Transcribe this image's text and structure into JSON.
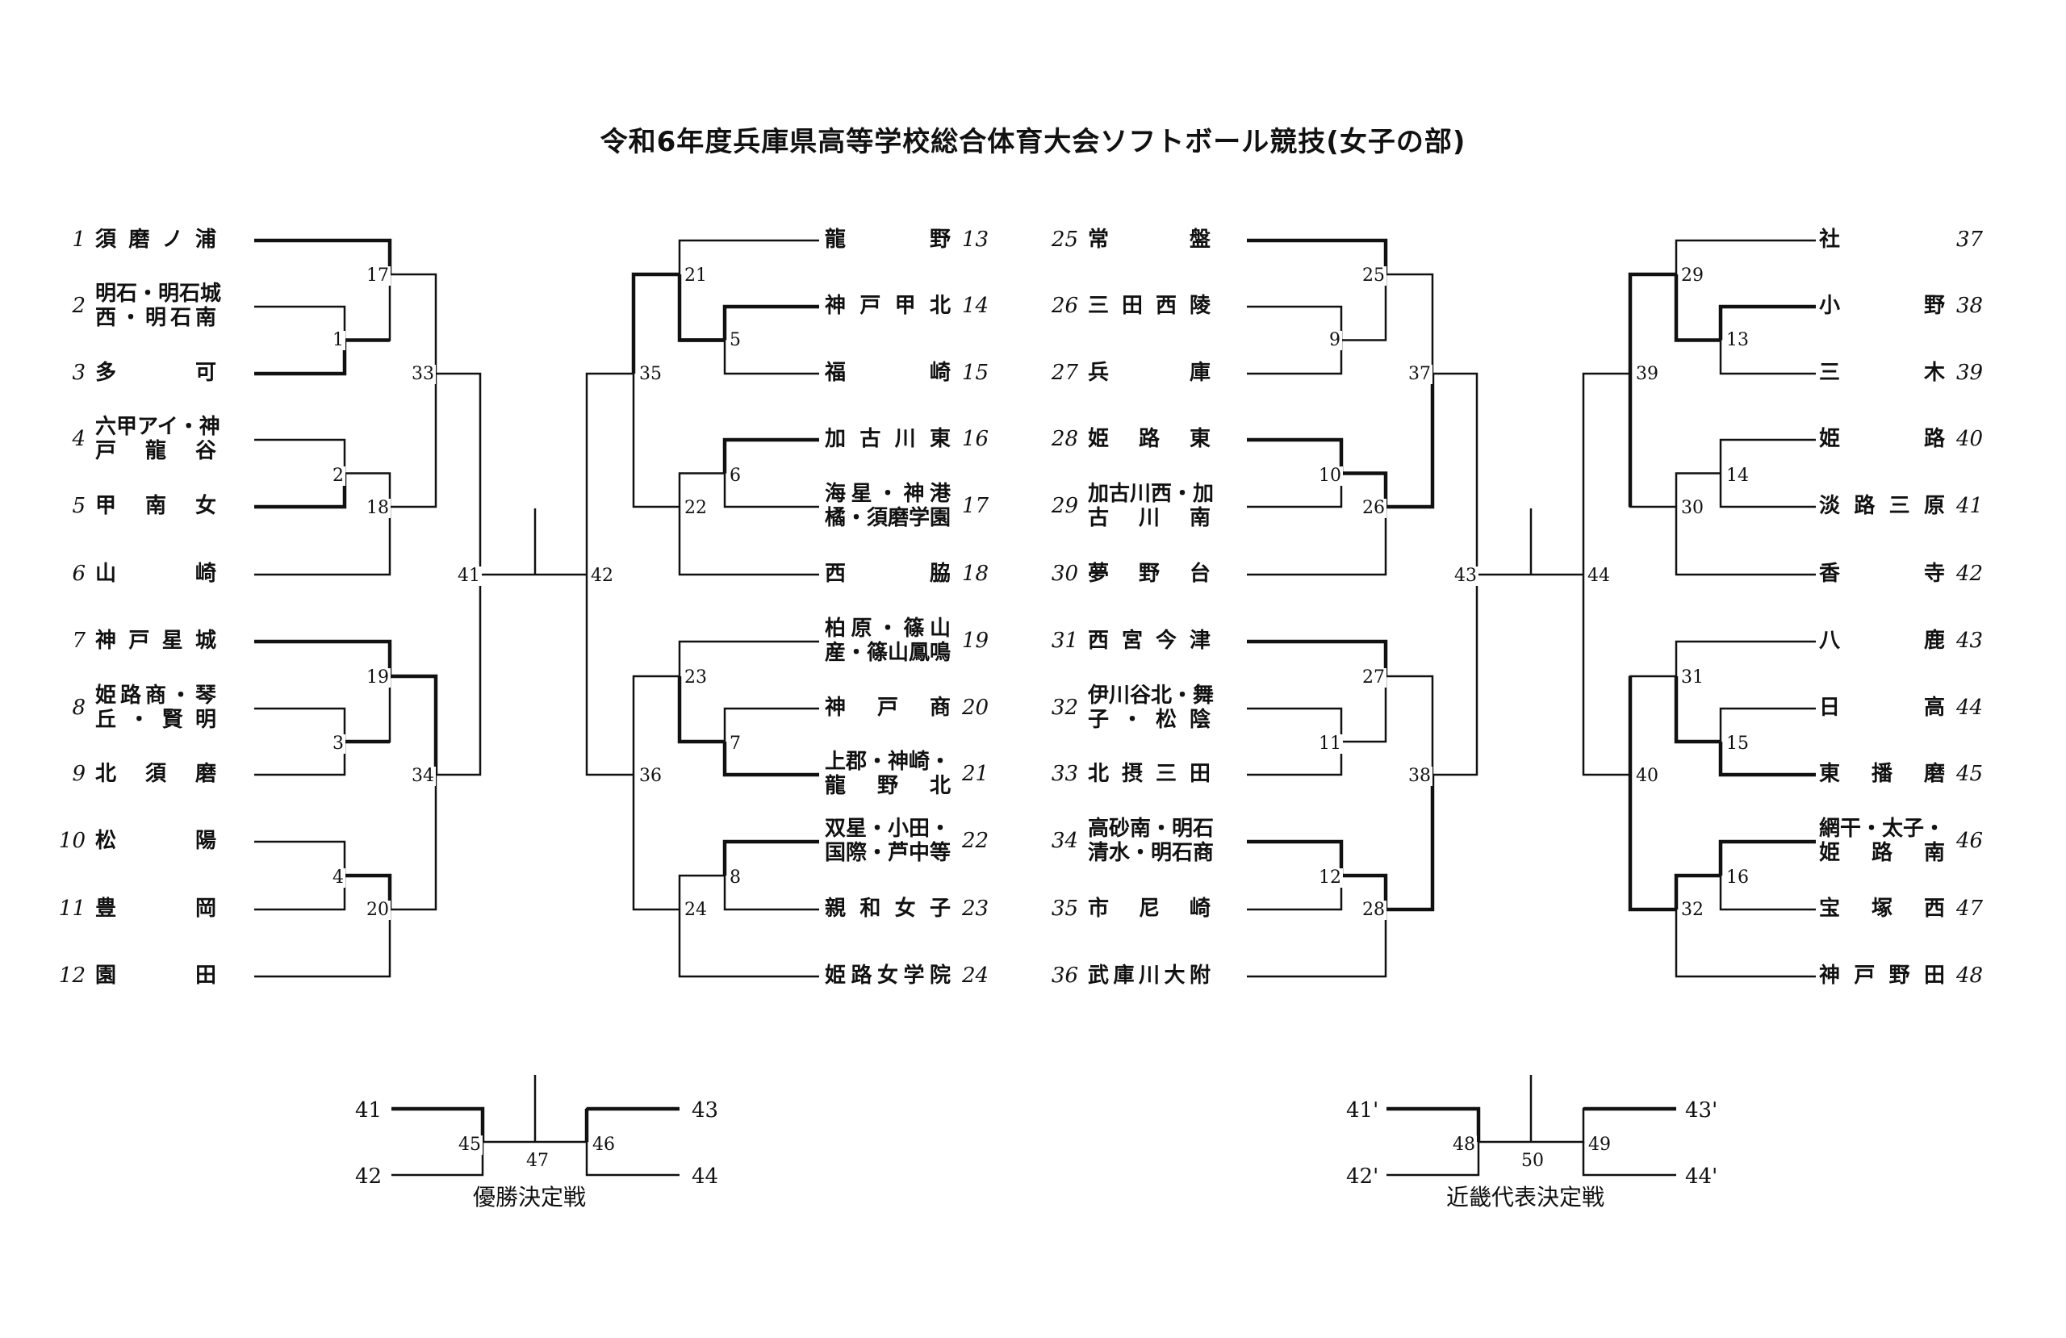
{
  "title": "令和6年度兵庫県高等学校総合体育大会ソフトボール競技(女子の部)",
  "teams": [
    {
      "no": "1",
      "name": [
        "須磨ノ浦"
      ]
    },
    {
      "no": "2",
      "name": [
        "明石・明石城",
        "西・明石南"
      ]
    },
    {
      "no": "3",
      "name": [
        "多可"
      ]
    },
    {
      "no": "4",
      "name": [
        "六甲アイ・神",
        "戸龍谷"
      ]
    },
    {
      "no": "5",
      "name": [
        "甲南女"
      ]
    },
    {
      "no": "6",
      "name": [
        "山崎"
      ]
    },
    {
      "no": "7",
      "name": [
        "神戸星城"
      ]
    },
    {
      "no": "8",
      "name": [
        "姫路商・琴",
        "丘・賢明"
      ]
    },
    {
      "no": "9",
      "name": [
        "北須磨"
      ]
    },
    {
      "no": "10",
      "name": [
        "松陽"
      ]
    },
    {
      "no": "11",
      "name": [
        "豊岡"
      ]
    },
    {
      "no": "12",
      "name": [
        "園田"
      ]
    },
    {
      "no": "13",
      "name": [
        "龍野"
      ]
    },
    {
      "no": "14",
      "name": [
        "神戸甲北"
      ]
    },
    {
      "no": "15",
      "name": [
        "福崎"
      ]
    },
    {
      "no": "16",
      "name": [
        "加古川東"
      ]
    },
    {
      "no": "17",
      "name": [
        "海星・神港",
        "橘・須磨学園"
      ]
    },
    {
      "no": "18",
      "name": [
        "西脇"
      ]
    },
    {
      "no": "19",
      "name": [
        "柏原・篠山",
        "産・篠山鳳鳴"
      ]
    },
    {
      "no": "20",
      "name": [
        "神戸商"
      ]
    },
    {
      "no": "21",
      "name": [
        "上郡・神崎・",
        "龍野北"
      ]
    },
    {
      "no": "22",
      "name": [
        "双星・小田・",
        "国際・芦中等"
      ]
    },
    {
      "no": "23",
      "name": [
        "親和女子"
      ]
    },
    {
      "no": "24",
      "name": [
        "姫路女学院"
      ]
    },
    {
      "no": "25",
      "name": [
        "常盤"
      ]
    },
    {
      "no": "26",
      "name": [
        "三田西陵"
      ]
    },
    {
      "no": "27",
      "name": [
        "兵庫"
      ]
    },
    {
      "no": "28",
      "name": [
        "姫路東"
      ]
    },
    {
      "no": "29",
      "name": [
        "加古川西・加",
        "古川南"
      ]
    },
    {
      "no": "30",
      "name": [
        "夢野台"
      ]
    },
    {
      "no": "31",
      "name": [
        "西宮今津"
      ]
    },
    {
      "no": "32",
      "name": [
        "伊川谷北・舞",
        "子・松陰"
      ]
    },
    {
      "no": "33",
      "name": [
        "北摂三田"
      ]
    },
    {
      "no": "34",
      "name": [
        "高砂南・明石",
        "清水・明石商"
      ]
    },
    {
      "no": "35",
      "name": [
        "市尼崎"
      ]
    },
    {
      "no": "36",
      "name": [
        "武庫川大附"
      ]
    },
    {
      "no": "37",
      "name": [
        "社"
      ]
    },
    {
      "no": "38",
      "name": [
        "小野"
      ]
    },
    {
      "no": "39",
      "name": [
        "三木"
      ]
    },
    {
      "no": "40",
      "name": [
        "姫路"
      ]
    },
    {
      "no": "41",
      "name": [
        "淡路三原"
      ]
    },
    {
      "no": "42",
      "name": [
        "香寺"
      ]
    },
    {
      "no": "43",
      "name": [
        "八鹿"
      ]
    },
    {
      "no": "44",
      "name": [
        "日高"
      ]
    },
    {
      "no": "45",
      "name": [
        "東播磨"
      ]
    },
    {
      "no": "46",
      "name": [
        "網干・太子・",
        "姫路南"
      ]
    },
    {
      "no": "47",
      "name": [
        "宝塚西"
      ]
    },
    {
      "no": "48",
      "name": [
        "神戸野田"
      ]
    }
  ],
  "match_numbers": [
    "1",
    "2",
    "3",
    "4",
    "5",
    "6",
    "7",
    "8",
    "9",
    "10",
    "11",
    "12",
    "13",
    "14",
    "15",
    "16",
    "17",
    "18",
    "19",
    "20",
    "21",
    "22",
    "23",
    "24",
    "25",
    "26",
    "27",
    "28",
    "29",
    "30",
    "31",
    "32",
    "33",
    "34",
    "35",
    "36",
    "37",
    "38",
    "39",
    "40",
    "41",
    "42",
    "43",
    "44",
    "45",
    "46",
    "47",
    "48",
    "49",
    "50"
  ],
  "finals": {
    "championship": {
      "left_top": "41",
      "left_bottom": "42",
      "right_top": "43",
      "right_bottom": "44",
      "m_left": "45",
      "m_center": "47",
      "m_right": "46",
      "caption": "優勝決定戦"
    },
    "kinki": {
      "left_top": "41'",
      "left_bottom": "42'",
      "right_top": "43'",
      "right_bottom": "44'",
      "m_left": "48",
      "m_center": "50",
      "m_right": "49",
      "caption": "近畿代表決定戦"
    }
  }
}
